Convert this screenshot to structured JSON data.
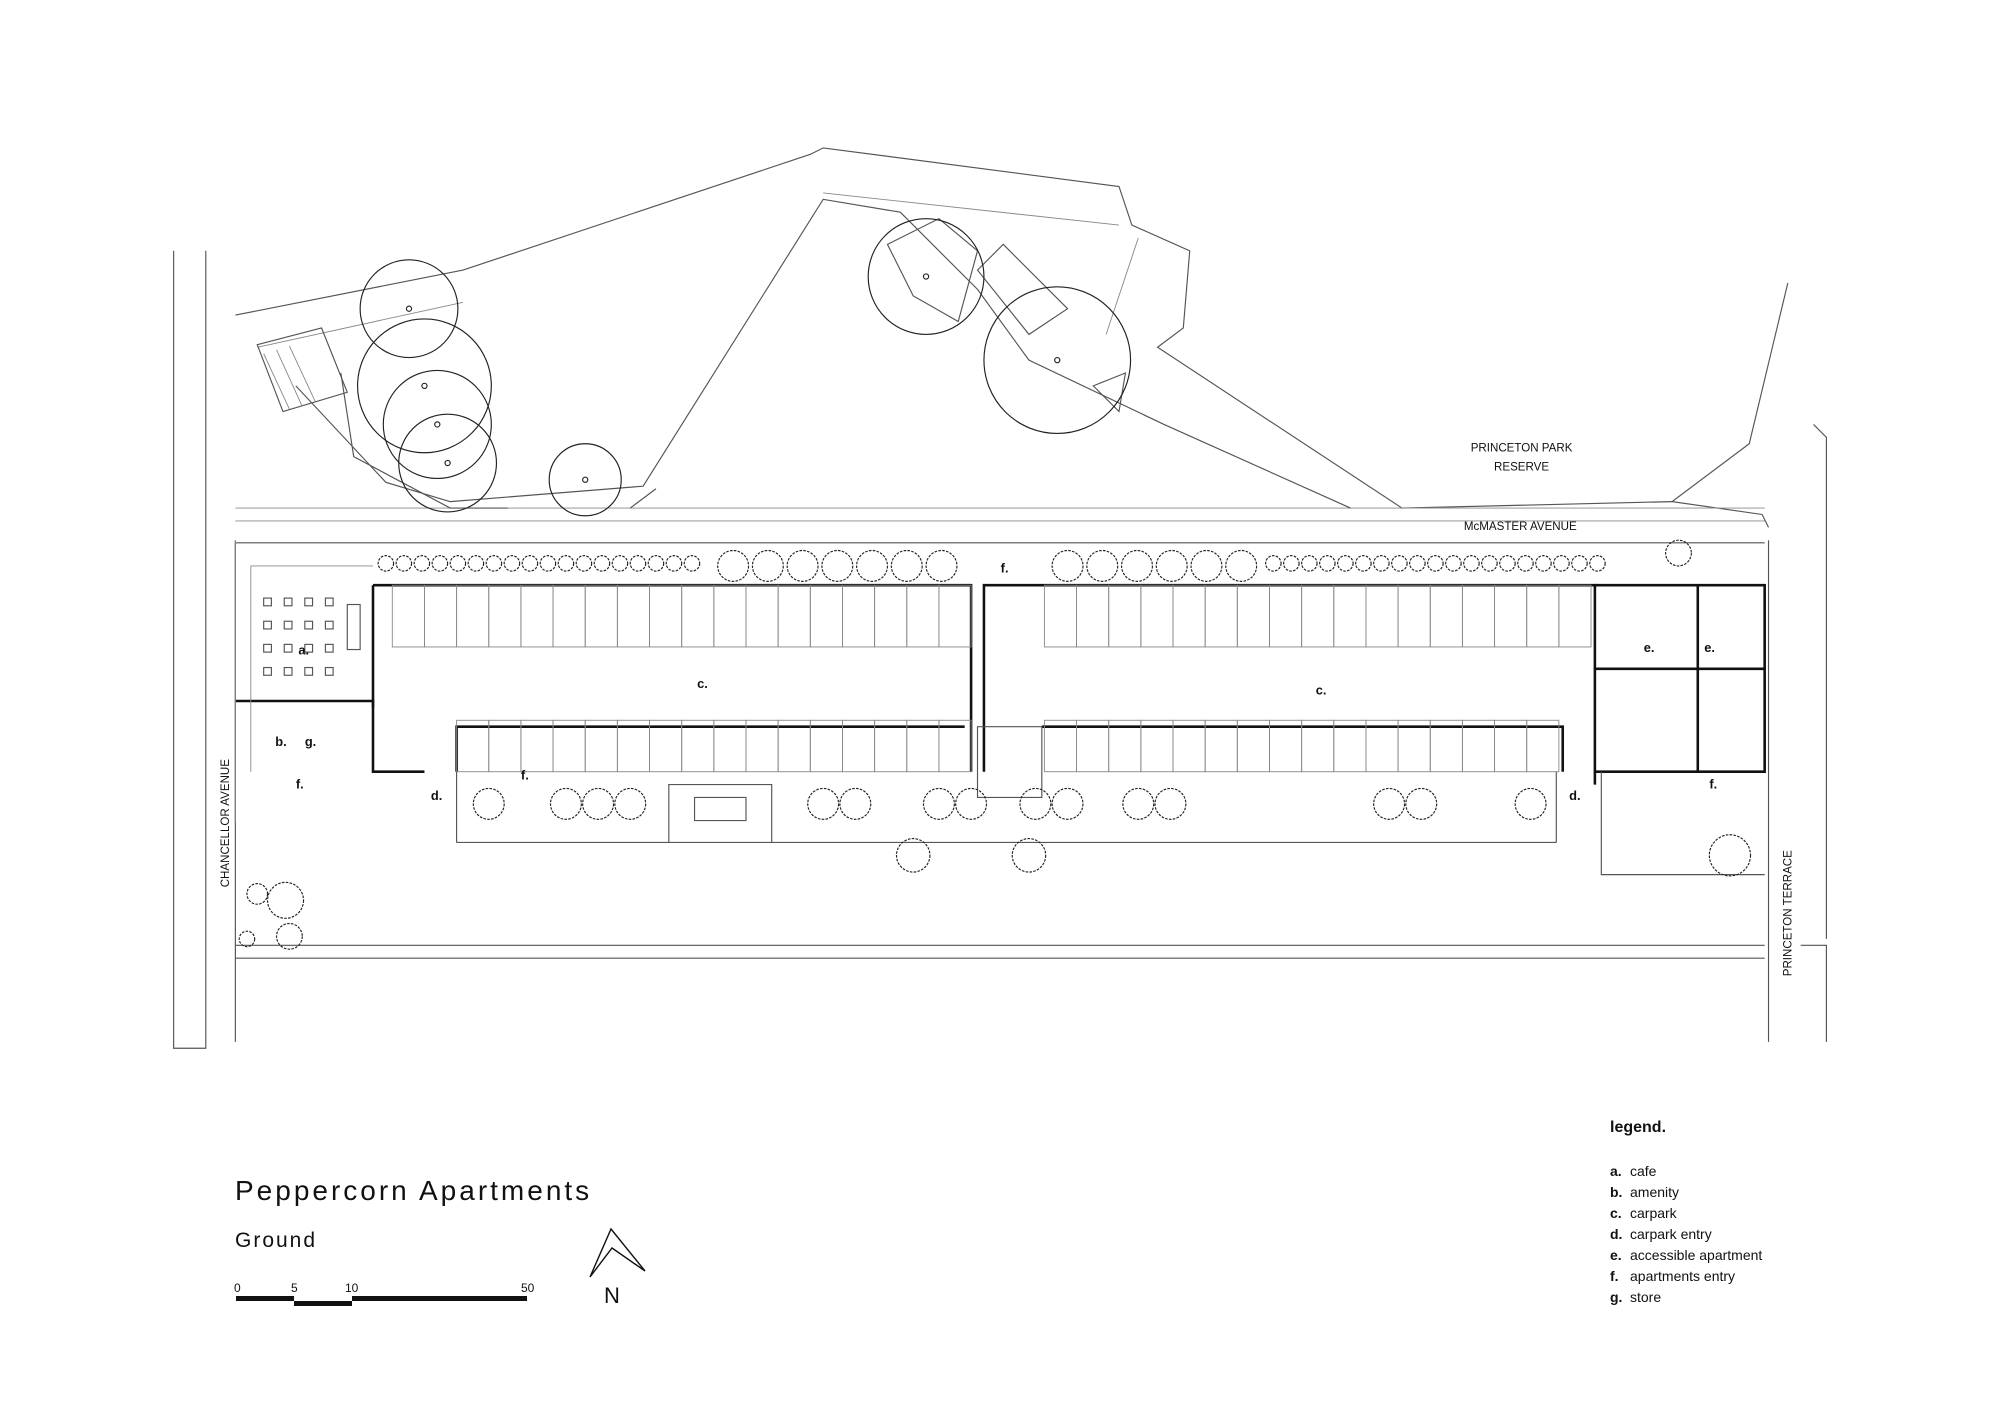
{
  "title": "Peppercorn Apartments",
  "subtitle": "Ground",
  "streets": {
    "reserve_line1": "PRINCETON PARK",
    "reserve_line2": "RESERVE",
    "north": "McMASTER AVENUE",
    "west": "CHANCELLOR AVENUE",
    "east": "PRINCETON TERRACE"
  },
  "plan_keys": {
    "cafe": "a.",
    "amenity": "b.",
    "store": "g.",
    "entry_west": "f.",
    "entry_north": "f.",
    "entry_mid": "f.",
    "entry_east": "f.",
    "carpark_west": "c.",
    "carpark_east": "c.",
    "carpark_entry_west": "d.",
    "carpark_entry_east": "d.",
    "accessible_1": "e.",
    "accessible_2": "e."
  },
  "scale_bar": {
    "ticks": [
      "0",
      "5",
      "10",
      "50"
    ]
  },
  "north_arrow": "N",
  "legend": {
    "heading": "legend.",
    "items": [
      {
        "key": "a.",
        "label": "cafe"
      },
      {
        "key": "b.",
        "label": "amenity"
      },
      {
        "key": "c.",
        "label": "carpark"
      },
      {
        "key": "d.",
        "label": "carpark entry"
      },
      {
        "key": "e.",
        "label": "accessible apartment"
      },
      {
        "key": "f.",
        "label": "apartments entry"
      },
      {
        "key": "g.",
        "label": "store"
      }
    ]
  }
}
